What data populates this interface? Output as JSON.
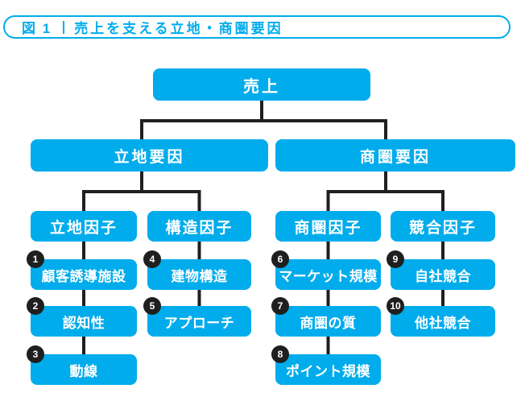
{
  "title": {
    "figure_label": "図 1",
    "text": "売上を支える立地・商圏要因"
  },
  "colors": {
    "accent": "#00acec",
    "connector": "#1f1f1f",
    "badge_background": "#1f1f1f",
    "node_text": "#ffffff",
    "background": "#ffffff"
  },
  "tree": {
    "root": {
      "label": "売上"
    },
    "branches": [
      {
        "label": "立地要因",
        "children": [
          {
            "label": "立地因子",
            "chain": [
              {
                "num": "1",
                "label": "顧客誘導施設"
              },
              {
                "num": "2",
                "label": "認知性"
              },
              {
                "num": "3",
                "label": "動線"
              }
            ]
          },
          {
            "label": "構造因子",
            "chain": [
              {
                "num": "4",
                "label": "建物構造"
              },
              {
                "num": "5",
                "label": "アプローチ"
              }
            ]
          }
        ]
      },
      {
        "label": "商圏要因",
        "children": [
          {
            "label": "商圏因子",
            "chain": [
              {
                "num": "6",
                "label": "マーケット規模"
              },
              {
                "num": "7",
                "label": "商圏の質"
              },
              {
                "num": "8",
                "label": "ポイント規模"
              }
            ]
          },
          {
            "label": "競合因子",
            "chain": [
              {
                "num": "9",
                "label": "自社競合"
              },
              {
                "num": "10",
                "label": "他社競合"
              }
            ]
          }
        ]
      }
    ]
  }
}
